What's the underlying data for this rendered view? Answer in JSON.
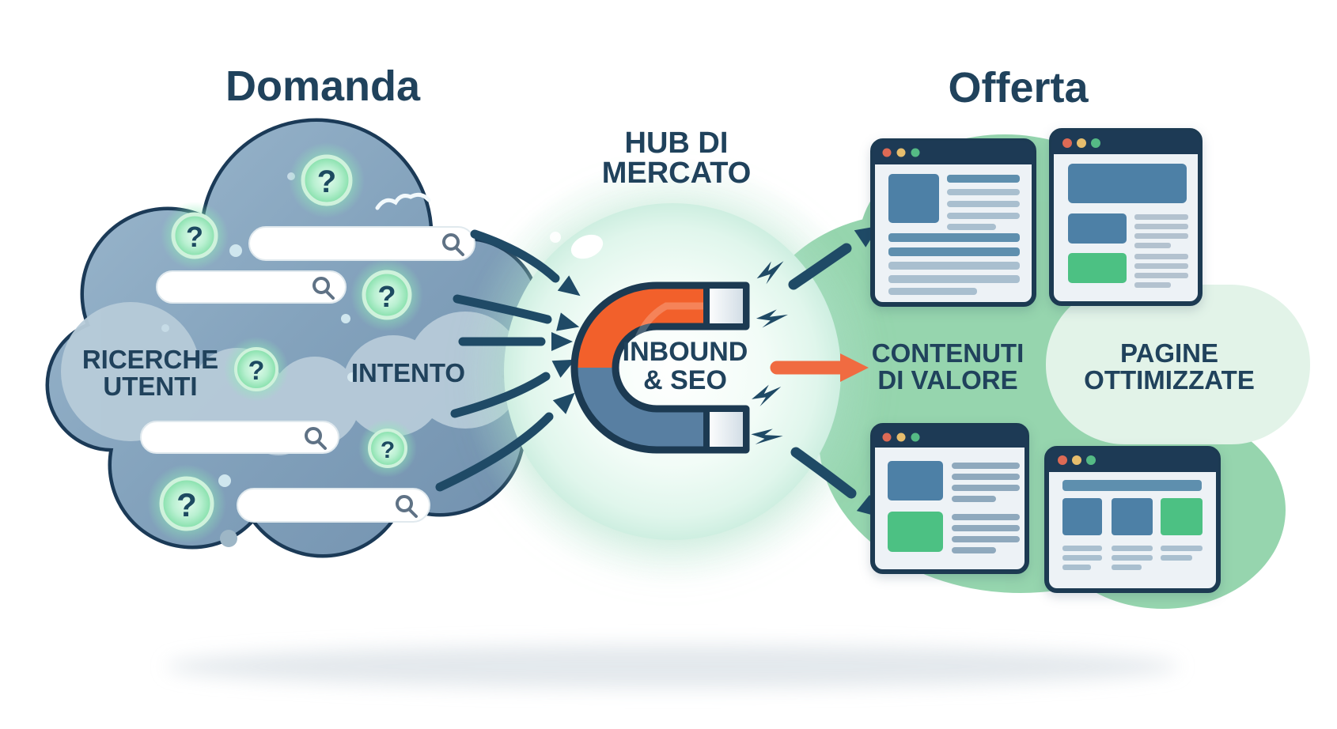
{
  "titles": {
    "demand": "Domanda",
    "hub_line1": "HUB DI",
    "hub_line2": "MERCATO",
    "offer": "Offerta"
  },
  "demand": {
    "label_searches_line1": "RICERCHE",
    "label_searches_line2": "UTENTI",
    "label_intent": "INTENTO"
  },
  "hub": {
    "magnet_line1": "INBOUND",
    "magnet_line2": "& SEO"
  },
  "offer": {
    "label_content_line1": "CONTENUTI",
    "label_content_line2": "DI VALORE",
    "label_pages_line1": "PAGINE",
    "label_pages_line2": "OTTIMIZZATE"
  },
  "glyphs": {
    "question_mark": "?"
  },
  "icons": {
    "question_badge": "question-mark-icon",
    "search_bar": "magnifier-icon",
    "magnet": "magnet-icon",
    "lightning": "lightning-icon",
    "flow_arrow": "arrow-icon",
    "browser": "browser-window",
    "bird": "bird-doodle-icon"
  },
  "colors": {
    "navy_text": "#20425c",
    "outline": "#1c3a52",
    "cloud_fill": "#84a3bd",
    "cloud_light": "#b7cbd9",
    "badge_green": "#8ae5b0",
    "magnet_orange": "#f2602b",
    "magnet_blue": "#587fa2",
    "arrow_navy": "#1f4a66",
    "arrow_orange": "#f06b41",
    "browser_bar": "#1d3a55",
    "dot_red": "#dd6a55",
    "dot_yellow": "#e6bd6d",
    "dot_green": "#55ba85",
    "block_blue": "#4d80a6",
    "block_green": "#4cc183",
    "line_gray": "#a9bfcf",
    "line_teal": "#5e8fae",
    "line_slate": "#8fa9bd",
    "line_soft": "#b3c2cf",
    "green_blob": "#8bd1a6",
    "green_blob_light": "#dff2e6",
    "bubble_mint": "#cdeee0"
  }
}
